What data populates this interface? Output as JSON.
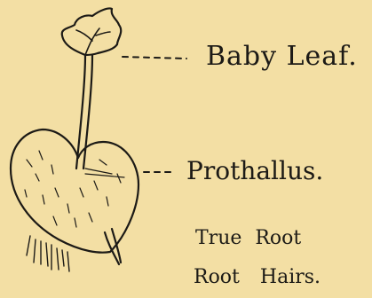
{
  "labels": {
    "baby_leaf": "Baby Leaf.",
    "prothallus": "Prothallus.",
    "true_root": "True Root",
    "root_hairs": "Root Hairs."
  },
  "colors": {
    "paper": "#f3dfa4",
    "ink": "#1c1a16"
  }
}
